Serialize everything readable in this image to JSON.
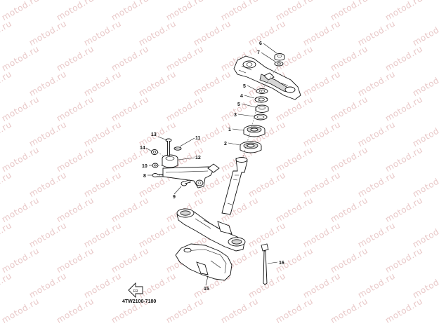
{
  "diagram": {
    "watermark_text": "motod.ru",
    "catalog_code": "4TW2100-7180",
    "callouts": [
      {
        "id": "c1",
        "label": "1"
      },
      {
        "id": "c2",
        "label": "2"
      },
      {
        "id": "c3",
        "label": "3"
      },
      {
        "id": "c4",
        "label": "4"
      },
      {
        "id": "c5a",
        "label": "5"
      },
      {
        "id": "c5b",
        "label": "5"
      },
      {
        "id": "c6",
        "label": "6"
      },
      {
        "id": "c7",
        "label": "7"
      },
      {
        "id": "c8",
        "label": "8"
      },
      {
        "id": "c9",
        "label": "9"
      },
      {
        "id": "c10",
        "label": "10"
      },
      {
        "id": "c11",
        "label": "11"
      },
      {
        "id": "c12",
        "label": "12"
      },
      {
        "id": "c13",
        "label": "13"
      },
      {
        "id": "c14",
        "label": "14"
      },
      {
        "id": "c15",
        "label": "15"
      },
      {
        "id": "c16",
        "label": "16"
      }
    ]
  }
}
